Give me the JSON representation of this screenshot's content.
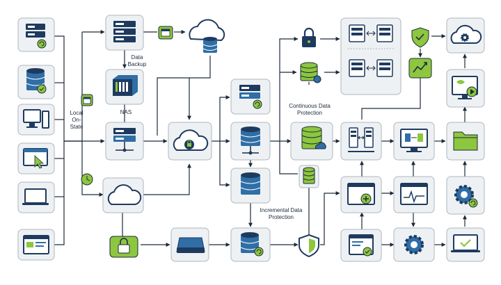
{
  "colors": {
    "node_fill": "#eef1f3",
    "node_stroke": "#aeb6be",
    "navy": "#1e3a5f",
    "blue": "#2f6ea6",
    "green": "#8dc63f",
    "line": "#1d2a3a"
  },
  "labels": {
    "data_backup": "Data Backup",
    "nas": "NAS",
    "local_on_state": "Local On-State",
    "continuous_data_protection": "Continuous Data Protection",
    "incremental_data_protection": "Incremental Data Protection"
  },
  "nodes": [
    {
      "id": "src-server",
      "icon": "server-sync-icon"
    },
    {
      "id": "src-database",
      "icon": "database-check-icon"
    },
    {
      "id": "src-desktop",
      "icon": "desktop-tower-icon"
    },
    {
      "id": "src-browser",
      "icon": "browser-cursor-icon"
    },
    {
      "id": "src-laptop",
      "icon": "laptop-icon"
    },
    {
      "id": "src-webapp",
      "icon": "web-app-icon"
    },
    {
      "id": "backup-server",
      "icon": "server-rack-icon"
    },
    {
      "id": "schedule-calendar",
      "icon": "calendar-icon"
    },
    {
      "id": "cloud-database",
      "icon": "cloud-database-icon"
    },
    {
      "id": "nas-device",
      "icon": "nas-device-icon"
    },
    {
      "id": "local-server",
      "icon": "server-network-icon"
    },
    {
      "id": "cloud-storage",
      "icon": "cloud-icon"
    },
    {
      "id": "secure-cloud",
      "icon": "cloud-lock-icon"
    },
    {
      "id": "sync-server",
      "icon": "server-sync-icon"
    },
    {
      "id": "core-database",
      "icon": "database-network-icon"
    },
    {
      "id": "replica-database",
      "icon": "database-icon"
    },
    {
      "id": "encrypted-vault",
      "icon": "padlock-icon"
    },
    {
      "id": "storage-drive",
      "icon": "hard-drive-icon"
    },
    {
      "id": "sync-database",
      "icon": "database-sync-icon"
    },
    {
      "id": "lock",
      "icon": "lock-icon"
    },
    {
      "id": "db-green",
      "icon": "database-gear-icon"
    },
    {
      "id": "replication-cluster",
      "icon": "server-replication-icon"
    },
    {
      "id": "cdp-database",
      "icon": "database-cloud-icon"
    },
    {
      "id": "small-database",
      "icon": "database-icon"
    },
    {
      "id": "shield",
      "icon": "shield-icon"
    },
    {
      "id": "sync-servers",
      "icon": "server-pair-icon"
    },
    {
      "id": "web-add",
      "icon": "browser-add-icon"
    },
    {
      "id": "web-check",
      "icon": "browser-check-icon"
    },
    {
      "id": "shield-check",
      "icon": "shield-check-icon"
    },
    {
      "id": "growth-chart",
      "icon": "chart-growth-icon"
    },
    {
      "id": "monitor-transfer",
      "icon": "monitor-transfer-icon"
    },
    {
      "id": "pulse-monitor",
      "icon": "pulse-monitor-icon"
    },
    {
      "id": "gear",
      "icon": "gear-icon"
    },
    {
      "id": "cloud-settings",
      "icon": "cloud-gear-icon"
    },
    {
      "id": "media-monitor",
      "icon": "media-monitor-icon"
    },
    {
      "id": "folder",
      "icon": "folder-icon"
    },
    {
      "id": "gear-sync",
      "icon": "gear-sync-icon"
    },
    {
      "id": "laptop-check",
      "icon": "laptop-check-icon"
    }
  ]
}
